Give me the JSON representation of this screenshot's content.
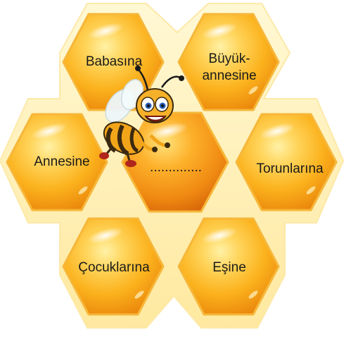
{
  "cells": {
    "top_left": "Babasına",
    "top_right_line1": "Büyük-",
    "top_right_line2": "annesine",
    "middle_left": "Annesine",
    "center": "..............",
    "middle_right": "Torunlarına",
    "bottom_left": "Çocuklarına",
    "bottom_right": "Eşine"
  },
  "colors": {
    "honey_light": "#ffd86a",
    "honey_mid": "#fbb21d",
    "honey_dark": "#ee8a0c",
    "rim": "#fff6cf"
  },
  "illustration": {
    "name": "bee-character"
  }
}
